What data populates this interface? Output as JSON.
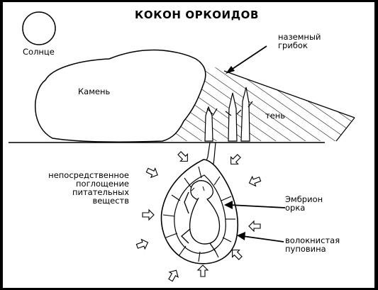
{
  "title": "КОКОН ОРКОИДОВ",
  "labels": {
    "sun": "Солнце",
    "rock": "Камень",
    "fungus": [
      "наземный",
      "грибок"
    ],
    "shadow": "тень",
    "absorption": [
      "непосредственное",
      "поглощение",
      "питательных",
      "веществ"
    ],
    "embryo": [
      "Эмбрион",
      "орка"
    ],
    "cord": [
      "волокнистая",
      "пуповина"
    ]
  },
  "colors": {
    "background": "#000000",
    "paper": "#ffffff",
    "ink": "#000000"
  }
}
